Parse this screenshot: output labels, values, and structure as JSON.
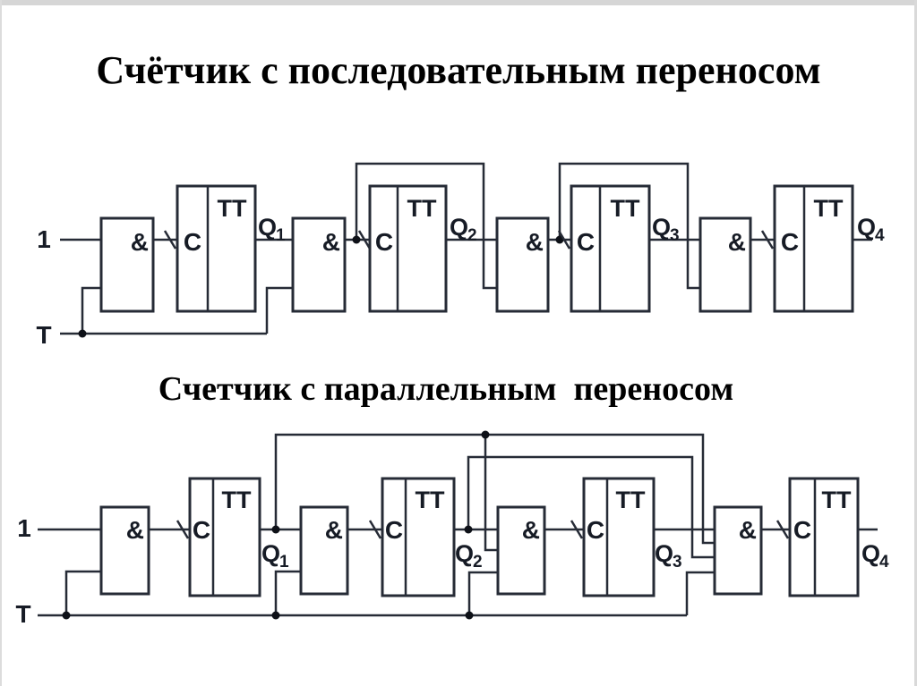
{
  "colors": {
    "line": "#262b36",
    "text": "#161b25",
    "title": "#000000",
    "background": "#ffffff",
    "frame_edge": "#d6d6d6"
  },
  "titles": {
    "serial": "Счётчик с последовательным переносом",
    "parallel": "Счетчик с параллельным  переносом"
  },
  "labels": {
    "and_gate": "&",
    "flip_flop": "TT",
    "clock_input": "C",
    "logic_one": "1",
    "t_input": "T"
  },
  "outputs": {
    "q1": {
      "base": "Q",
      "sub": "1"
    },
    "q2": {
      "base": "Q",
      "sub": "2"
    },
    "q3": {
      "base": "Q",
      "sub": "3"
    },
    "q4": {
      "base": "Q",
      "sub": "4"
    }
  }
}
